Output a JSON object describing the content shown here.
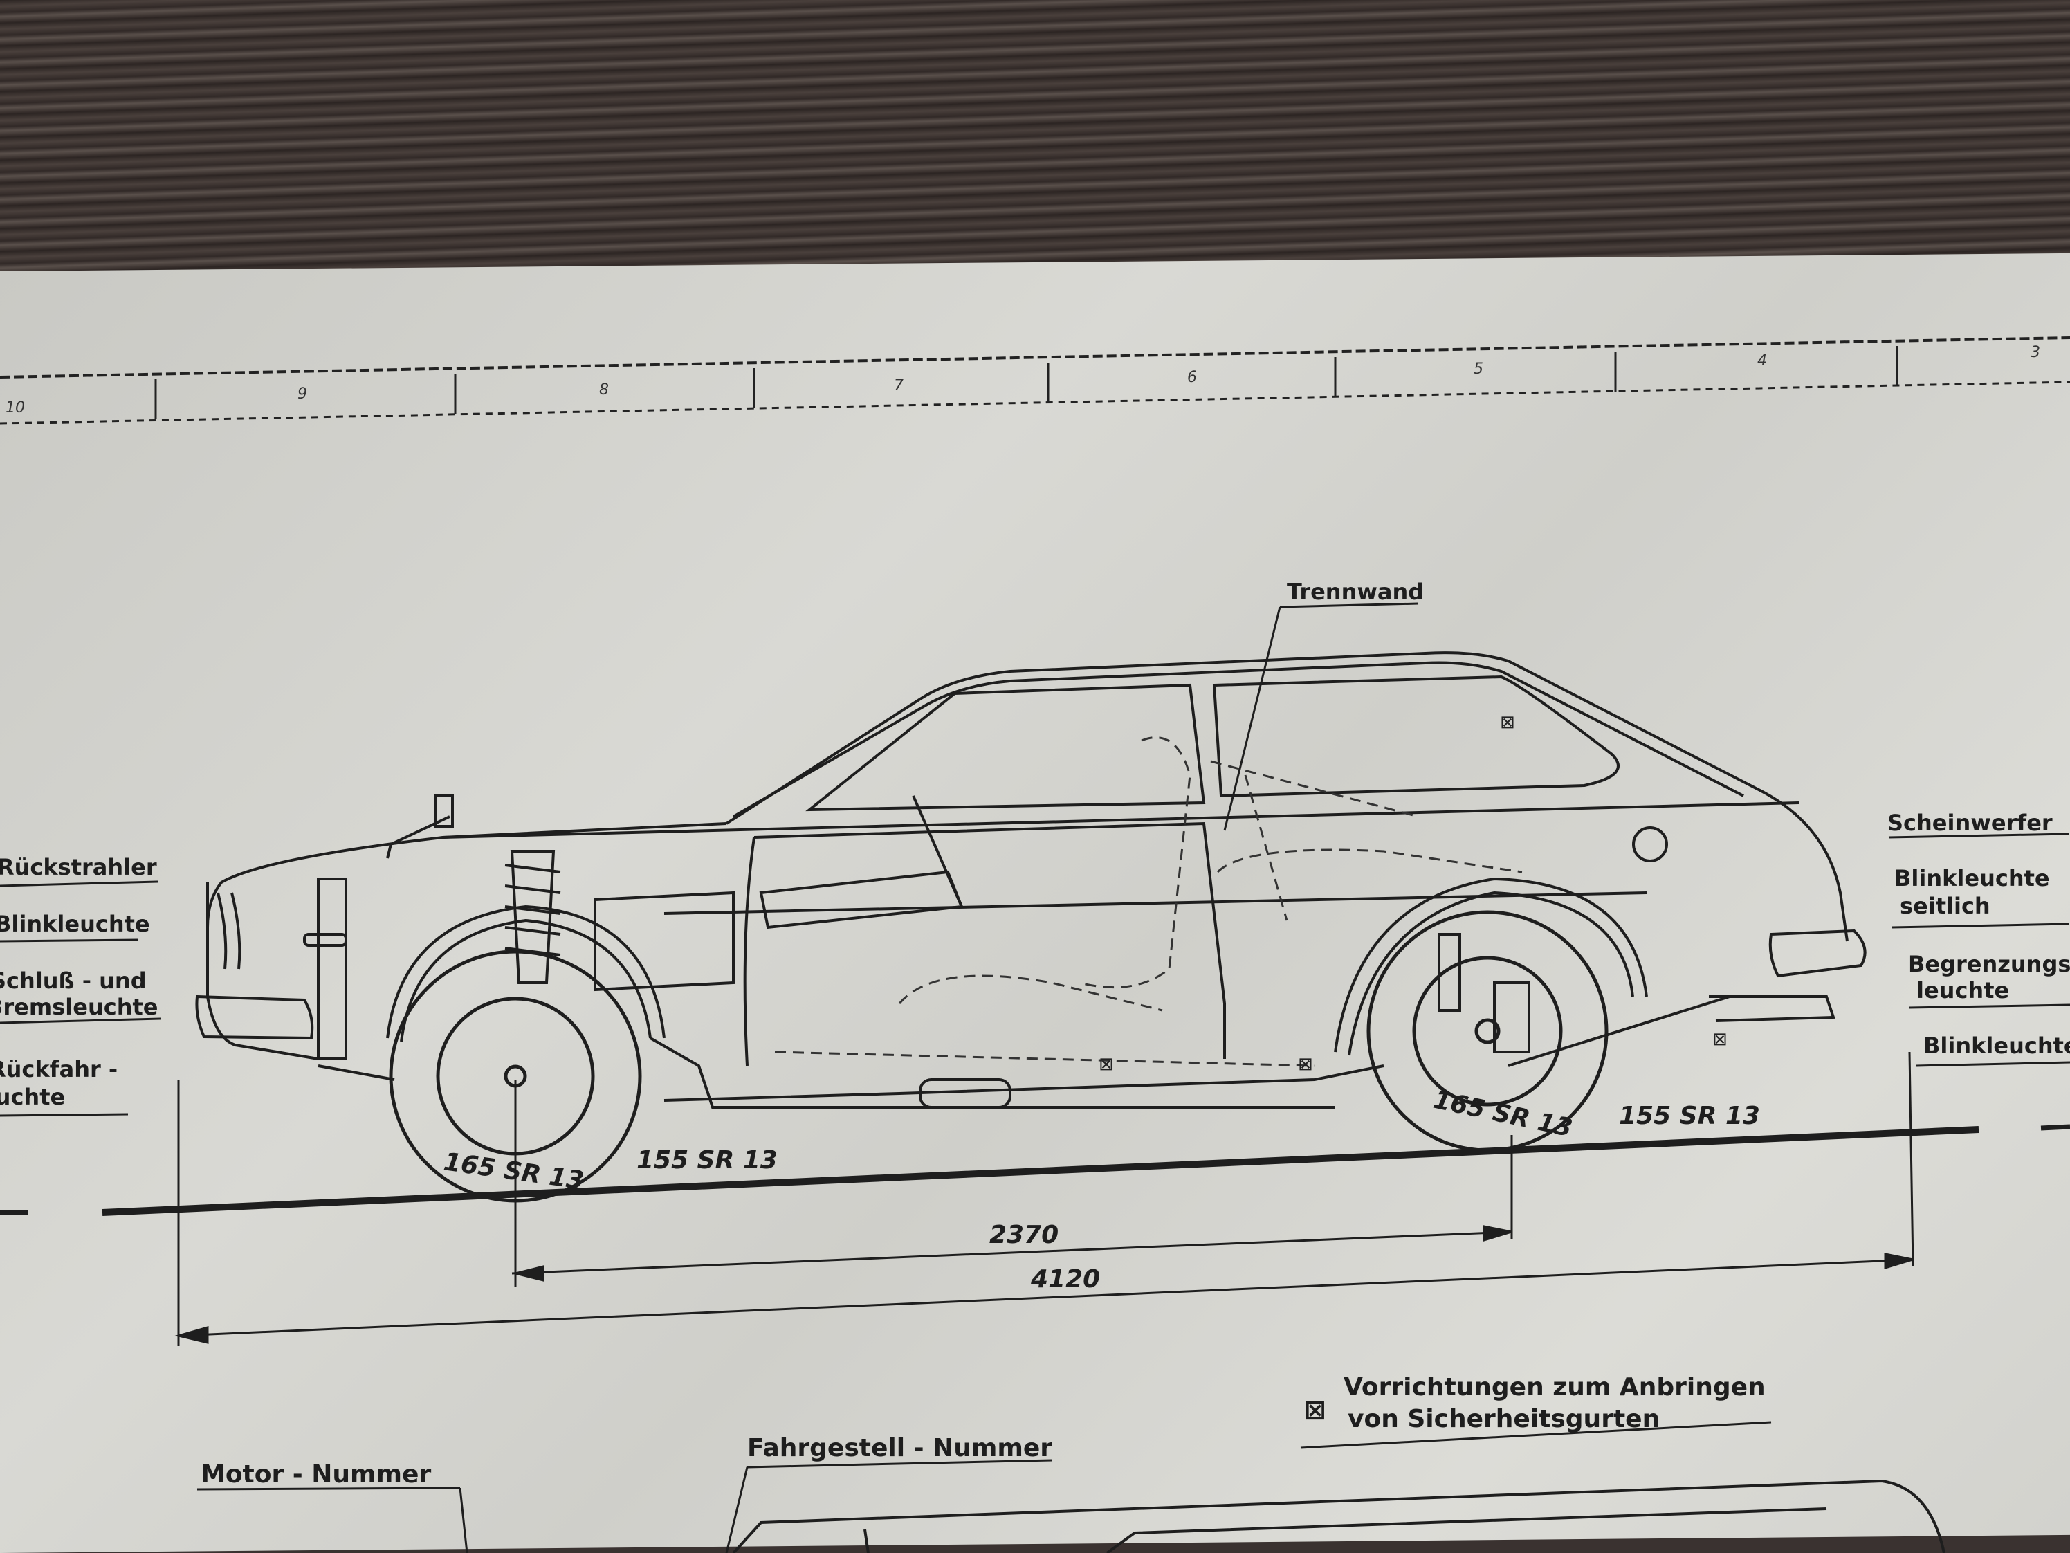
{
  "ruler": {
    "numbers": [
      "10",
      "9",
      "8",
      "7",
      "6",
      "5",
      "4",
      "3"
    ]
  },
  "callouts": {
    "trennwand": "Trennwand",
    "rueckstrahler": "Rückstrahler",
    "blinkleuchte_left": "Blinkleuchte",
    "schluss_line1": "Schluß - und",
    "schluss_line2": "Bremsleuchte",
    "rueckfahr_line1": "Rückfahr -",
    "rueckfahr_line2": "leuchte",
    "scheinwerfer": "Scheinwerfer",
    "blink_seitlich_line1": "Blinkleuchte",
    "blink_seitlich_line2": "seitlich",
    "begrenzung_line1": "Begrenzungs -",
    "begrenzung_line2": "leuchte",
    "blinkleuchte_right": "Blinkleuchte"
  },
  "tires": {
    "rear_front_size": "165 SR 13",
    "rear_rear_size": "155 SR 13",
    "front_front_size": "165 SR 13",
    "front_rear_size": "155 SR 13"
  },
  "dimensions": {
    "wheelbase": "2370",
    "length": "4120"
  },
  "bottom": {
    "belt_note_line1": "Vorrichtungen zum Anbringen",
    "belt_note_line2": "von Sicherheitsgurten",
    "motor": "Motor - Nummer",
    "fahrgestell": "Fahrgestell - Nummer"
  },
  "belt_symbol": "⊠"
}
